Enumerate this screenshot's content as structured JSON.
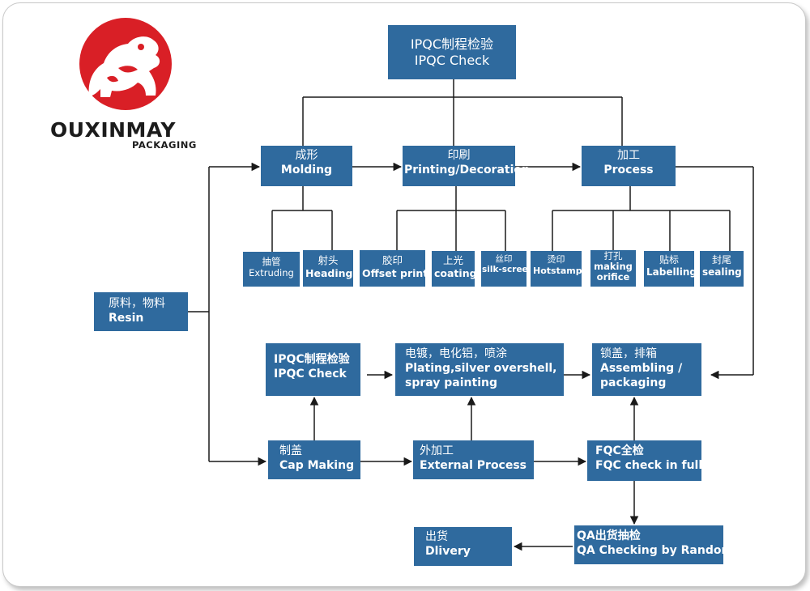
{
  "brand": {
    "name": "OUXINMAY",
    "sub": "PACKAGING"
  },
  "nodes": {
    "ipqc_top": {
      "zh": "IPQC制程检验",
      "en": "IPQC Check"
    },
    "molding": {
      "zh": "成形",
      "en": "Molding"
    },
    "printing": {
      "zh": "印刷",
      "en": "Printing/Decoration"
    },
    "process": {
      "zh": "加工",
      "en": "Process"
    },
    "extruding": {
      "zh": "抽管",
      "en": "Extruding"
    },
    "heading": {
      "zh": "射头",
      "en": "Heading"
    },
    "offset": {
      "zh": "胶印",
      "en": "Offset print"
    },
    "coating": {
      "zh": "上光",
      "en": "coating"
    },
    "silk": {
      "zh": "丝印",
      "en": "silk-screen"
    },
    "hotstamp": {
      "zh": "烫印",
      "en": "Hotstamp"
    },
    "orifice": {
      "zh": "打孔",
      "en1": "making",
      "en2": "orifice"
    },
    "labelling": {
      "zh": "贴标",
      "en": "Labelling"
    },
    "sealing": {
      "zh": "封尾",
      "en": "sealing"
    },
    "resin": {
      "zh": "原料，物料",
      "en": "Resin"
    },
    "ipqc_mid": {
      "zh": "IPQC制程检验",
      "en": "IPQC Check"
    },
    "plating": {
      "zh": "电镀，电化铝，喷涂",
      "en1": "Plating,silver overshell,",
      "en2": "spray painting"
    },
    "assembling": {
      "zh": "锁盖，排箱",
      "en1": "Assembling /",
      "en2": "packaging"
    },
    "cap": {
      "zh": "制盖",
      "en": "Cap Making"
    },
    "external": {
      "zh": "外加工",
      "en": "External Process"
    },
    "fqc": {
      "zh": "FQC全检",
      "en": "FQC check in full"
    },
    "qa": {
      "zh": "QA出货抽检",
      "en": "QA Checking by Random"
    },
    "delivery": {
      "zh": "出货",
      "en": "Dlivery"
    }
  },
  "colors": {
    "box": "#2f6a9e",
    "line": "#1a1a1a",
    "logo_red": "#d91f26"
  }
}
